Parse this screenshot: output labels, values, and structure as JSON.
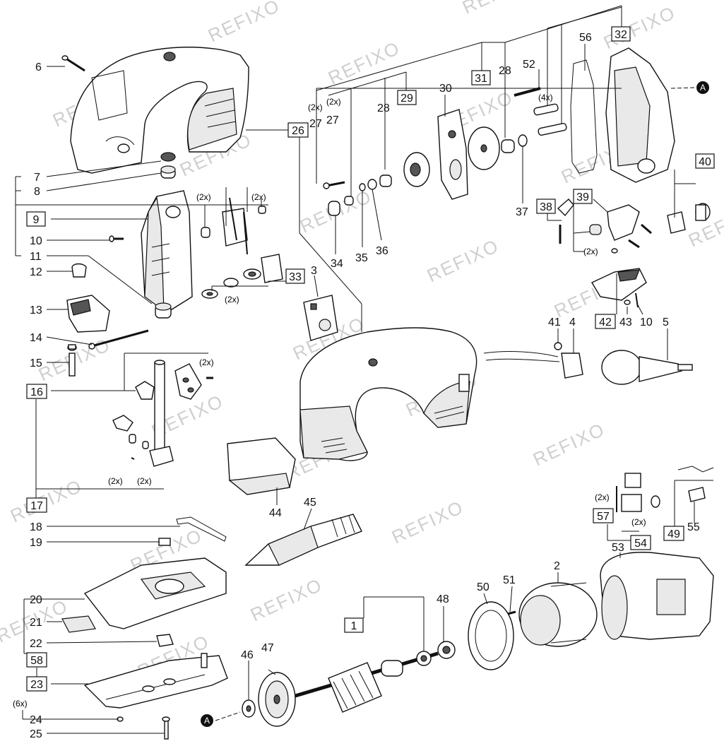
{
  "watermark": "REFIXO",
  "callouts": {
    "p6": "6",
    "p7": "7",
    "p8": "8",
    "p9": "9",
    "p10": "10",
    "p11": "11",
    "p12": "12",
    "p13": "13",
    "p14": "14",
    "p15": "15",
    "p16": "16",
    "p17": "17",
    "p18": "18",
    "p19": "19",
    "p20": "20",
    "p21": "21",
    "p22": "22",
    "p23": "23",
    "p24": "24",
    "p25": "25",
    "p26": "26",
    "p27a": "27",
    "p27b": "27",
    "p28a": "28",
    "p28b": "28",
    "p29": "29",
    "p30": "30",
    "p31": "31",
    "p32": "32",
    "p33": "33",
    "p3": "3",
    "p34": "34",
    "p35": "35",
    "p36": "36",
    "p37": "37",
    "p38": "38",
    "p39": "39",
    "p40": "40",
    "p41": "41",
    "p4": "4",
    "p42": "42",
    "p43": "43",
    "p10b": "10",
    "p5": "5",
    "p44": "44",
    "p45": "45",
    "p46": "46",
    "p47": "47",
    "p48": "48",
    "p1": "1",
    "p50": "50",
    "p51": "51",
    "p2": "2",
    "p53": "53",
    "p52": "52",
    "p56": "56",
    "p57": "57",
    "p54": "54",
    "p49": "49",
    "p55": "55",
    "p58": "58"
  },
  "quantities": {
    "q2x_27a": "(2x)",
    "q2x_27b": "(2x)",
    "q4x_52": "(4x)",
    "q2x_9a": "(2x)",
    "q2x_9b": "(2x)",
    "q2x_33": "(2x)",
    "q2x_39": "(2x)",
    "q2x_16": "(2x)",
    "q2x_17a": "(2x)",
    "q2x_17b": "(2x)",
    "q2x_57": "(2x)",
    "q2x_54": "(2x)",
    "q6x_23": "(6x)"
  },
  "refs": {
    "a_top": "A",
    "a_bottom": "A"
  }
}
